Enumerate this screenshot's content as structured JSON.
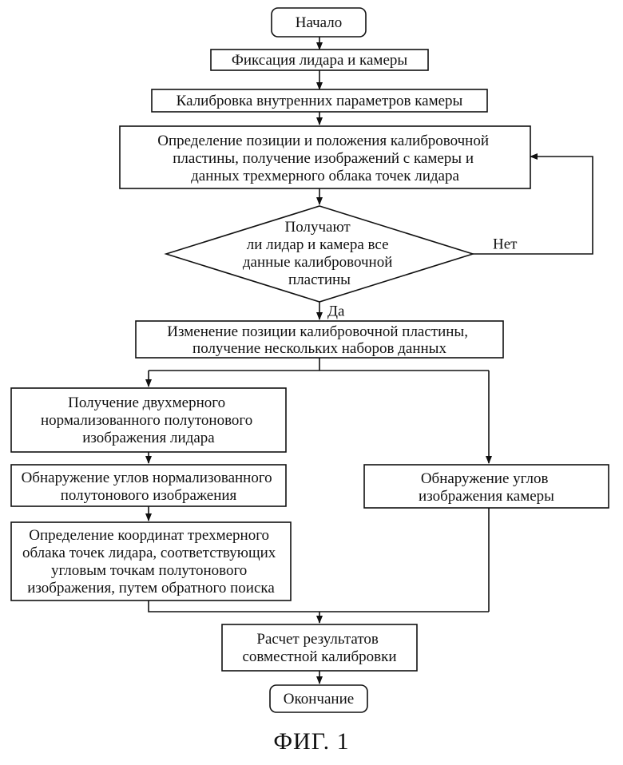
{
  "diagram": {
    "nodes": {
      "start": [
        "Начало"
      ],
      "fix": [
        "Фиксация лидара и камеры"
      ],
      "intrinsic": [
        "Калибровка внутренних параметров камеры"
      ],
      "position": [
        "Определение позиции и положения калибровочной",
        "пластины, получение изображений с камеры и",
        "данных трехмерного облака точек лидара"
      ],
      "decision": [
        "Получают",
        "ли лидар и камера все",
        "данные калибровочной",
        "пластины"
      ],
      "change": [
        "Изменение позиции калибровочной пластины,",
        "получение нескольких наборов данных"
      ],
      "lidar2d": [
        "Получение двухмерного",
        "нормализованного полутонового",
        "изображения лидара"
      ],
      "corners_gray": [
        "Обнаружение углов нормализованного",
        "полутонового изображения"
      ],
      "cam_corners": [
        "Обнаружение углов",
        "изображения камеры"
      ],
      "coords": [
        "Определение координат трехмерного",
        "облака точек лидара, соответствующих",
        "угловым точкам полутонового",
        "изображения, путем обратного поиска"
      ],
      "calc": [
        "Расчет результатов",
        "совместной калибровки"
      ],
      "end": [
        "Окончание"
      ]
    },
    "labels": {
      "no": "Нет",
      "yes": "Да"
    }
  },
  "caption": "ФИГ. 1"
}
